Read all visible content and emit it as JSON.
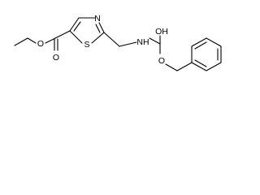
{
  "molecule": {
    "atom_labels": {
      "ester_carbonyl_oxygen": "O",
      "ester_oxygen": "O",
      "thiazole_nitrogen": "N",
      "thiazole_sulfur": "S",
      "amide_nitrogen_hydrogen": "NH",
      "carbamate_hydroxyl_oxygen": "OH",
      "carbamate_oxygen": "O"
    }
  }
}
